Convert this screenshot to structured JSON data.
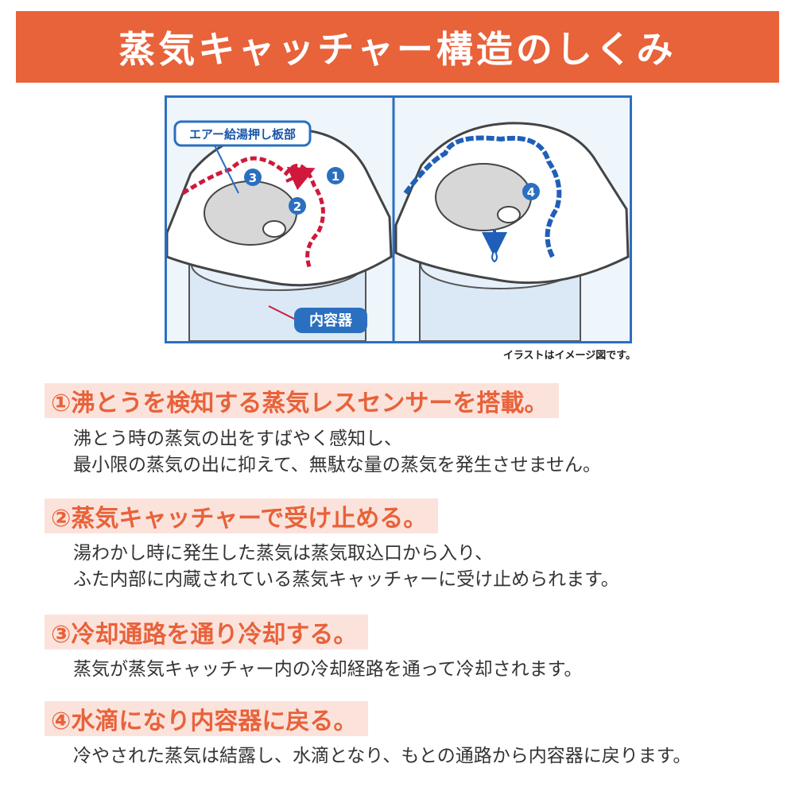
{
  "title": "蒸気キャッチャー構造のしくみ",
  "figure": {
    "label_air": "エアー給湯押し板部",
    "label_inner": "内容器",
    "markers": [
      "1",
      "2",
      "3",
      "4"
    ],
    "caption": "イラストはイメージ図です。",
    "colors": {
      "frame": "#2b6fc0",
      "hot_path": "#d0183c",
      "cool_path": "#1f5fb8",
      "accent": "#e8623a"
    }
  },
  "steps": [
    {
      "heading": "①沸とうを検知する蒸気レスセンサーを搭載。",
      "lines": [
        "沸とう時の蒸気の出をすばやく感知し、",
        "最小限の蒸気の出に抑えて、無駄な量の蒸気を発生させません。"
      ]
    },
    {
      "heading": "②蒸気キャッチャーで受け止める。",
      "lines": [
        "湯わかし時に発生した蒸気は蒸気取込口から入り、",
        "ふた内部に内蔵されている蒸気キャッチャーに受け止められます。"
      ]
    },
    {
      "heading": "③冷却通路を通り冷却する。",
      "lines": [
        "蒸気が蒸気キャッチャー内の冷却経路を通って冷却されます。"
      ]
    },
    {
      "heading": "④水滴になり内容器に戻る。",
      "lines": [
        "冷やされた蒸気は結露し、水滴となり、もとの通路から内容器に戻ります。"
      ]
    }
  ]
}
